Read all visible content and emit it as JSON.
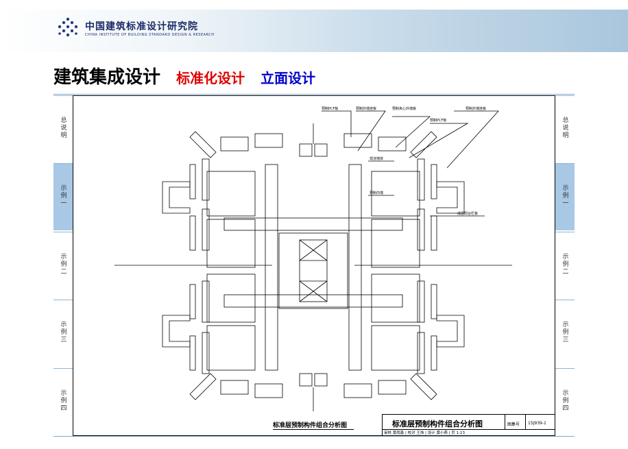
{
  "header": {
    "org_cn": "中国建筑标准设计研究院",
    "org_en": "CHINA INSTITUTE OF BUILDING STANDARD DESIGN & RESEARCH"
  },
  "title": {
    "main": "建筑集成设计",
    "sub1": "标准化设计",
    "sub2": "立面设计",
    "sub1_color": "#e00000",
    "sub2_color": "#0000cc"
  },
  "side_tabs": [
    {
      "label": "总说明",
      "active": false
    },
    {
      "label": "示例一",
      "active": true
    },
    {
      "label": "示例二",
      "active": false
    },
    {
      "label": "示例三",
      "active": false
    },
    {
      "label": "示例四",
      "active": false
    }
  ],
  "drawing": {
    "caption": "标准层预制构件组合分析图",
    "labels": {
      "pcf1": "预制PCF板",
      "wall1": "预制外墙挂板",
      "sandwich": "预制夹心外墙板",
      "wall2": "预制外墙挂板",
      "pcf2": "预制PCF板",
      "cast": "现浇墙体",
      "inner": "预制内墙",
      "railing": "成品阳台栏板"
    },
    "title_block": {
      "name": "标准层预制构件组合分析图",
      "atlas_label": "图集号",
      "atlas_no": "15J939-1",
      "row2": "审核 黄雨鑫 | 校对 王炜 | 设计 黄小燕 | 页 1-13"
    }
  }
}
